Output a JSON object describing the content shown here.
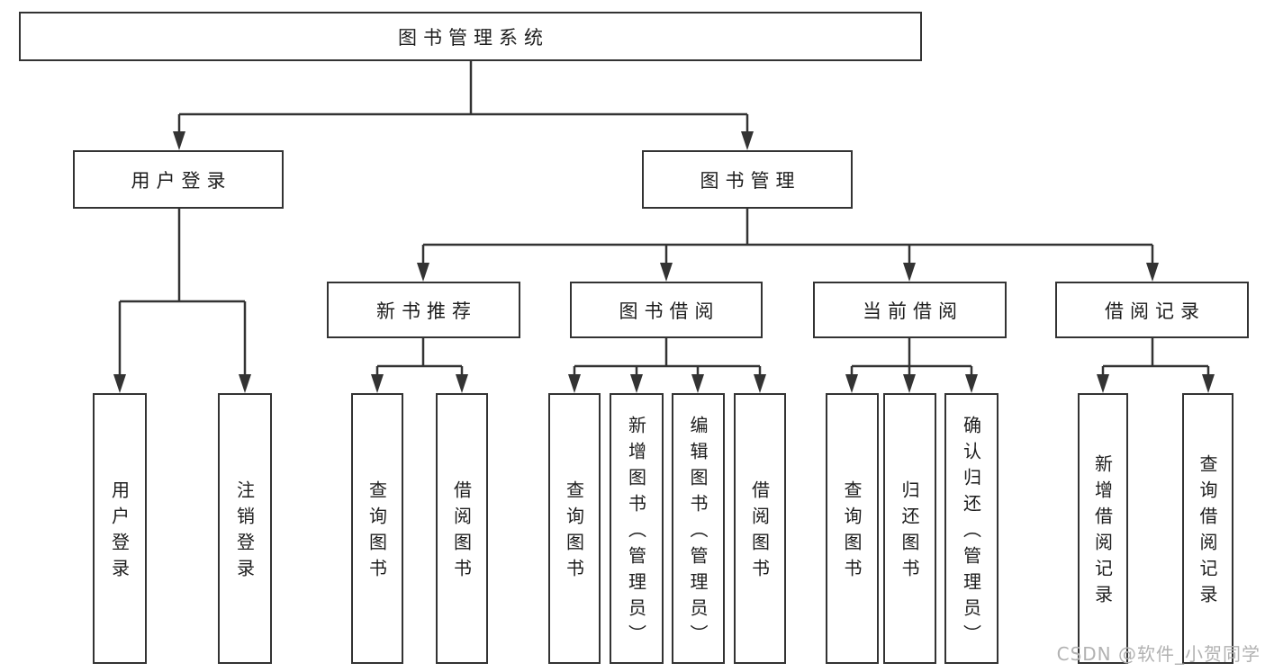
{
  "diagram": {
    "root": {
      "label": "图书管理系统"
    },
    "branches": [
      {
        "label": "用户登录",
        "leaves": [
          {
            "label": "用户登录"
          },
          {
            "label": "注销登录"
          }
        ]
      },
      {
        "label": "图书管理",
        "groups": [
          {
            "label": "新书推荐",
            "leaves": [
              {
                "label": "查询图书"
              },
              {
                "label": "借阅图书"
              }
            ]
          },
          {
            "label": "图书借阅",
            "leaves": [
              {
                "label": "查询图书"
              },
              {
                "label": "新增图书（管理员）"
              },
              {
                "label": "编辑图书（管理员）"
              },
              {
                "label": "借阅图书"
              }
            ]
          },
          {
            "label": "当前借阅",
            "leaves": [
              {
                "label": "查询图书"
              },
              {
                "label": "归还图书"
              },
              {
                "label": "确认归还（管理员）"
              }
            ]
          },
          {
            "label": "借阅记录",
            "leaves": [
              {
                "label": "新增借阅记录"
              },
              {
                "label": "查询借阅记录"
              }
            ]
          }
        ]
      }
    ]
  },
  "watermark": {
    "text": "CSDN @软件_小贺同学"
  },
  "colors": {
    "background": "#ffffff",
    "box_fill": "#ffffff",
    "box_border": "#333333",
    "line": "#333333",
    "text": "#1d1d1d",
    "watermark": "#b2b2b2"
  }
}
